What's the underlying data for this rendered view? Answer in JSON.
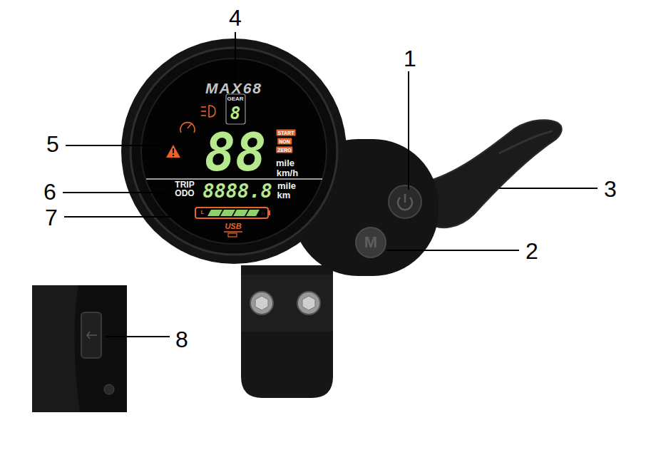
{
  "diagram": {
    "labels": [
      "1",
      "2",
      "3",
      "4",
      "5",
      "6",
      "7",
      "8",
      "MAX68",
      "GEAR",
      "8",
      "START",
      "NON",
      "ZERO",
      "88",
      "mile",
      "km/h",
      "TRIP",
      "ODO",
      "8888.8",
      "mile",
      "km",
      "L",
      "H",
      "USB",
      "M"
    ]
  }
}
